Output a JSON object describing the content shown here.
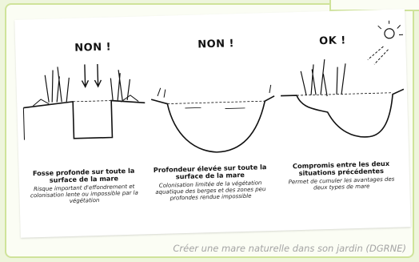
{
  "diagram": {
    "panels": [
      {
        "heading": "NON !",
        "caption_title": "Fosse profonde sur toute la surface de la mare",
        "caption_body": "Risque important d'effondrement et colonisation lente ou impossible par la végétation"
      },
      {
        "heading": "NON !",
        "caption_title": "Profondeur élevée sur toute la surface de la mare",
        "caption_body": "Colonisation limitée de la végétation aquatique des berges et des zones peu profondes rendue impossible"
      },
      {
        "heading": "OK !",
        "caption_title": "Compromis entre les deux situations précédentes",
        "caption_body": "Permet de cumuler les avantages des deux types de mare"
      }
    ]
  },
  "credit": "Créer une mare naturelle dans son jardin (DGRNE)",
  "colors": {
    "background": "#eef5dc",
    "card_border": "#cfe39a",
    "ink": "#111111",
    "credit": "#a4a4a4"
  }
}
